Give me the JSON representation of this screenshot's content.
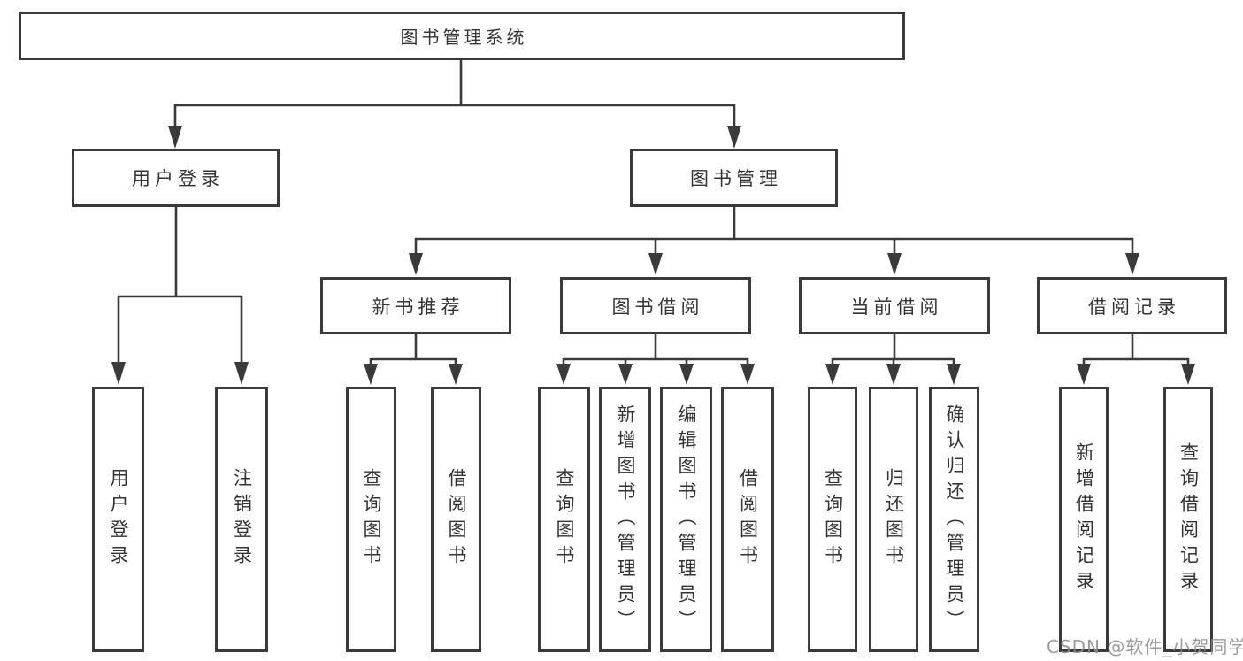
{
  "diagram": {
    "root": {
      "label": "图书管理系统"
    },
    "login": {
      "label": "用户登录",
      "children": [
        {
          "label": "用户登录"
        },
        {
          "label": "注销登录"
        }
      ]
    },
    "management": {
      "label": "图书管理",
      "groups": [
        {
          "label": "新书推荐",
          "children": [
            {
              "label": "查询图书"
            },
            {
              "label": "借阅图书"
            }
          ]
        },
        {
          "label": "图书借阅",
          "children": [
            {
              "label": "查询图书"
            },
            {
              "label": "新增图书（管理员）"
            },
            {
              "label": "编辑图书（管理员）"
            },
            {
              "label": "借阅图书"
            }
          ]
        },
        {
          "label": "当前借阅",
          "children": [
            {
              "label": "查询图书"
            },
            {
              "label": "归还图书"
            },
            {
              "label": "确认归还（管理员）"
            }
          ]
        },
        {
          "label": "借阅记录",
          "children": [
            {
              "label": "新增借阅记录"
            },
            {
              "label": "查询借阅记录"
            }
          ]
        }
      ]
    }
  },
  "watermark": {
    "text": "CSDN @软件_小贺同学"
  },
  "colors": {
    "line": "#3a3a3a",
    "text": "#333333",
    "box_background": "#ffffff",
    "watermark": "#8e8e8e",
    "background": "#ffffff"
  }
}
